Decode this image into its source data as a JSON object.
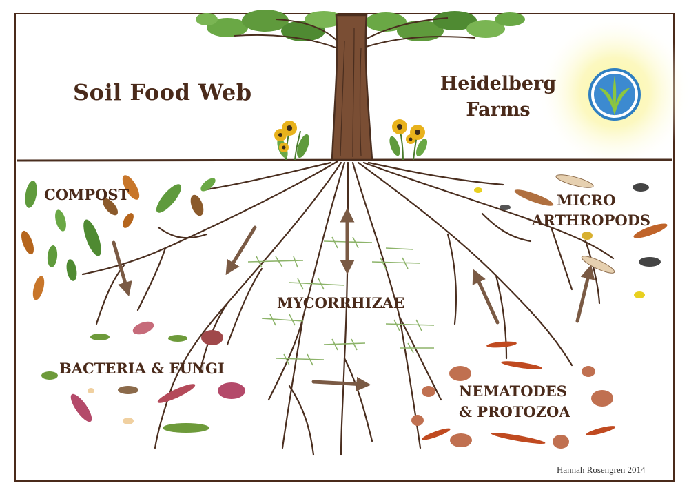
{
  "title": "Soil Food Web",
  "brand": {
    "line1": "Heidelberg",
    "line2": "Farms",
    "logo_icon": "leaf-logo-icon"
  },
  "labels": {
    "compost": "COMPOST",
    "micro_line1": "MICRO",
    "micro_line2": "ARTHROPODS",
    "mycorrhizae": "MYCORRHIZAE",
    "bacteria_fungi": "BACTERIA & FUNGI",
    "nematodes_line1": "NEMATODES",
    "nematodes_line2": "& PROTOZOA"
  },
  "credit": "Hannah Rosengren 2014",
  "colors": {
    "text": "#4a2a1a",
    "root": "#4a2e1f",
    "arrow": "#7a5a44",
    "hyphae": "#8db46a",
    "leaf_green": "#5f9a3c",
    "sun": "#f6f07a",
    "logo_blue": "#2f7fc1"
  }
}
